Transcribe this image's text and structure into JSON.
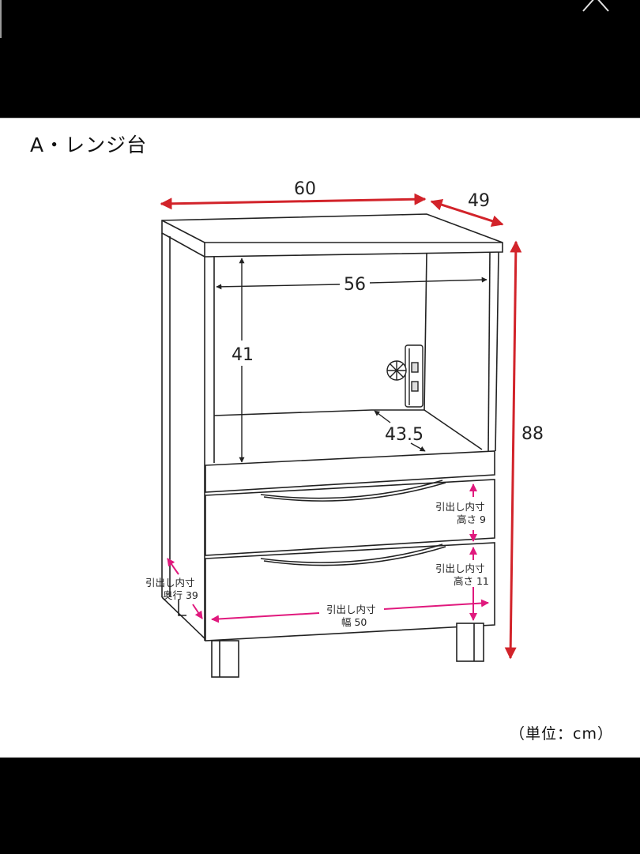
{
  "viewer": {
    "close_icon": "close-x-icon"
  },
  "diagram": {
    "title": "A・レンジ台",
    "unit_label": "（単位：cm）",
    "dimensions": {
      "overall_width": "60",
      "overall_depth": "49",
      "overall_height": "88",
      "shelf_inner_width": "56",
      "shelf_inner_height": "41",
      "shelf_inner_depth": "43.5"
    },
    "drawer_labels": {
      "upper_height_line1": "引出し内寸",
      "upper_height_line2": "高さ 9",
      "lower_height_line1": "引出し内寸",
      "lower_height_line2": "高さ 11",
      "depth_line1": "引出し内寸",
      "depth_line2": "奥行 39",
      "width_line1": "引出し内寸",
      "width_line2": "幅 50"
    },
    "colors": {
      "overall_arrow": "#d2232a",
      "drawer_arrow": "#e0197d",
      "line": "#222222"
    },
    "icons": {
      "outlet": "power-outlet-icon"
    }
  }
}
